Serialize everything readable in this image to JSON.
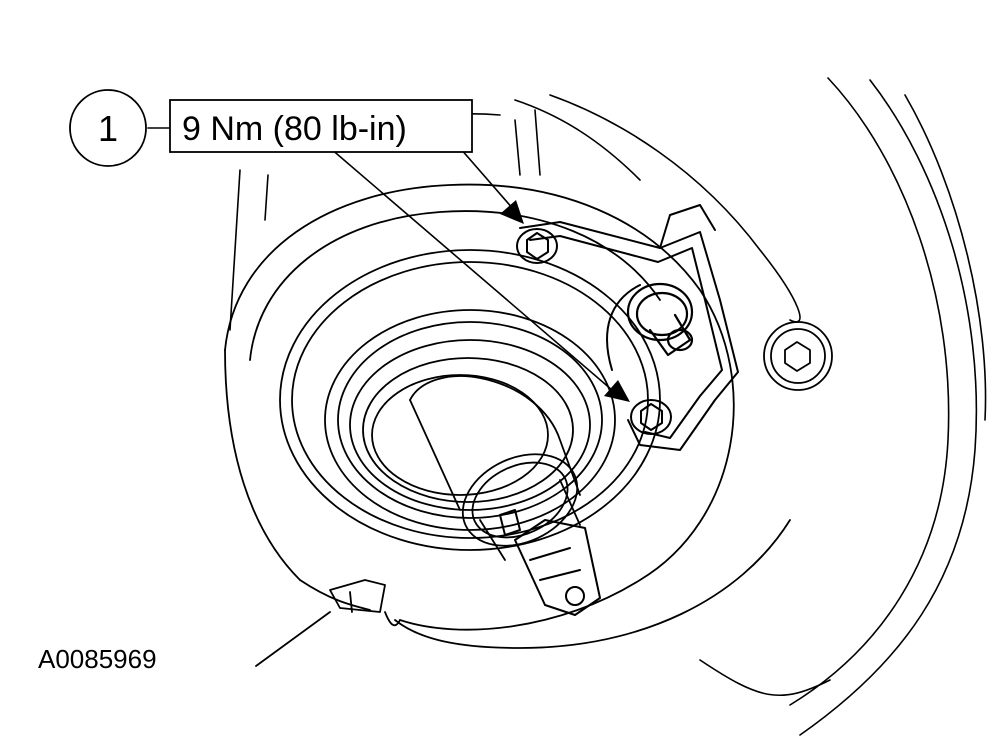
{
  "callout": {
    "number": "1",
    "torque_spec": "9 Nm (80 lb-in)"
  },
  "figure_id": "A0085969",
  "colors": {
    "line": "#000000",
    "background": "#ffffff"
  }
}
